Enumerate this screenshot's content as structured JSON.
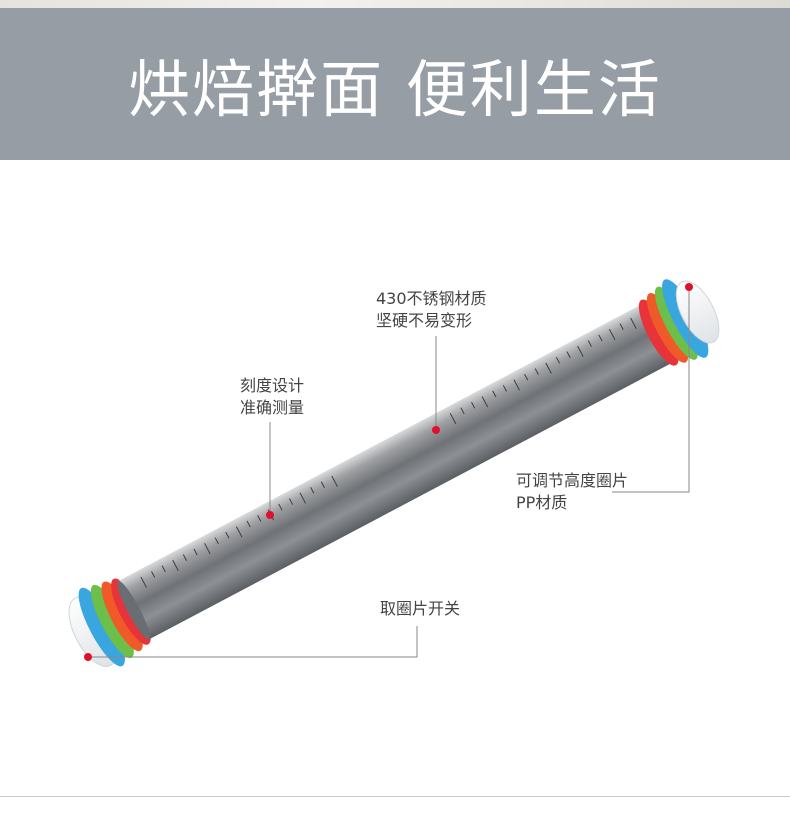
{
  "banner": {
    "title": "烘焙擀面 便利生活"
  },
  "callouts": {
    "material": {
      "line1": "430不锈钢材质",
      "line2": "坚硬不易变形"
    },
    "scale": {
      "line1": "刻度设计",
      "line2": "准确测量"
    },
    "rings": {
      "line1": "可调节高度圈片",
      "line2": "PP材质"
    },
    "switch": {
      "line1": "取圈片开关"
    }
  },
  "colors": {
    "banner": "#979da4",
    "marker": "#e0102c",
    "ring_blue": "#3aa6df",
    "ring_green": "#6cc04a",
    "ring_orange": "#f05a28",
    "ring_red": "#e8333a"
  }
}
